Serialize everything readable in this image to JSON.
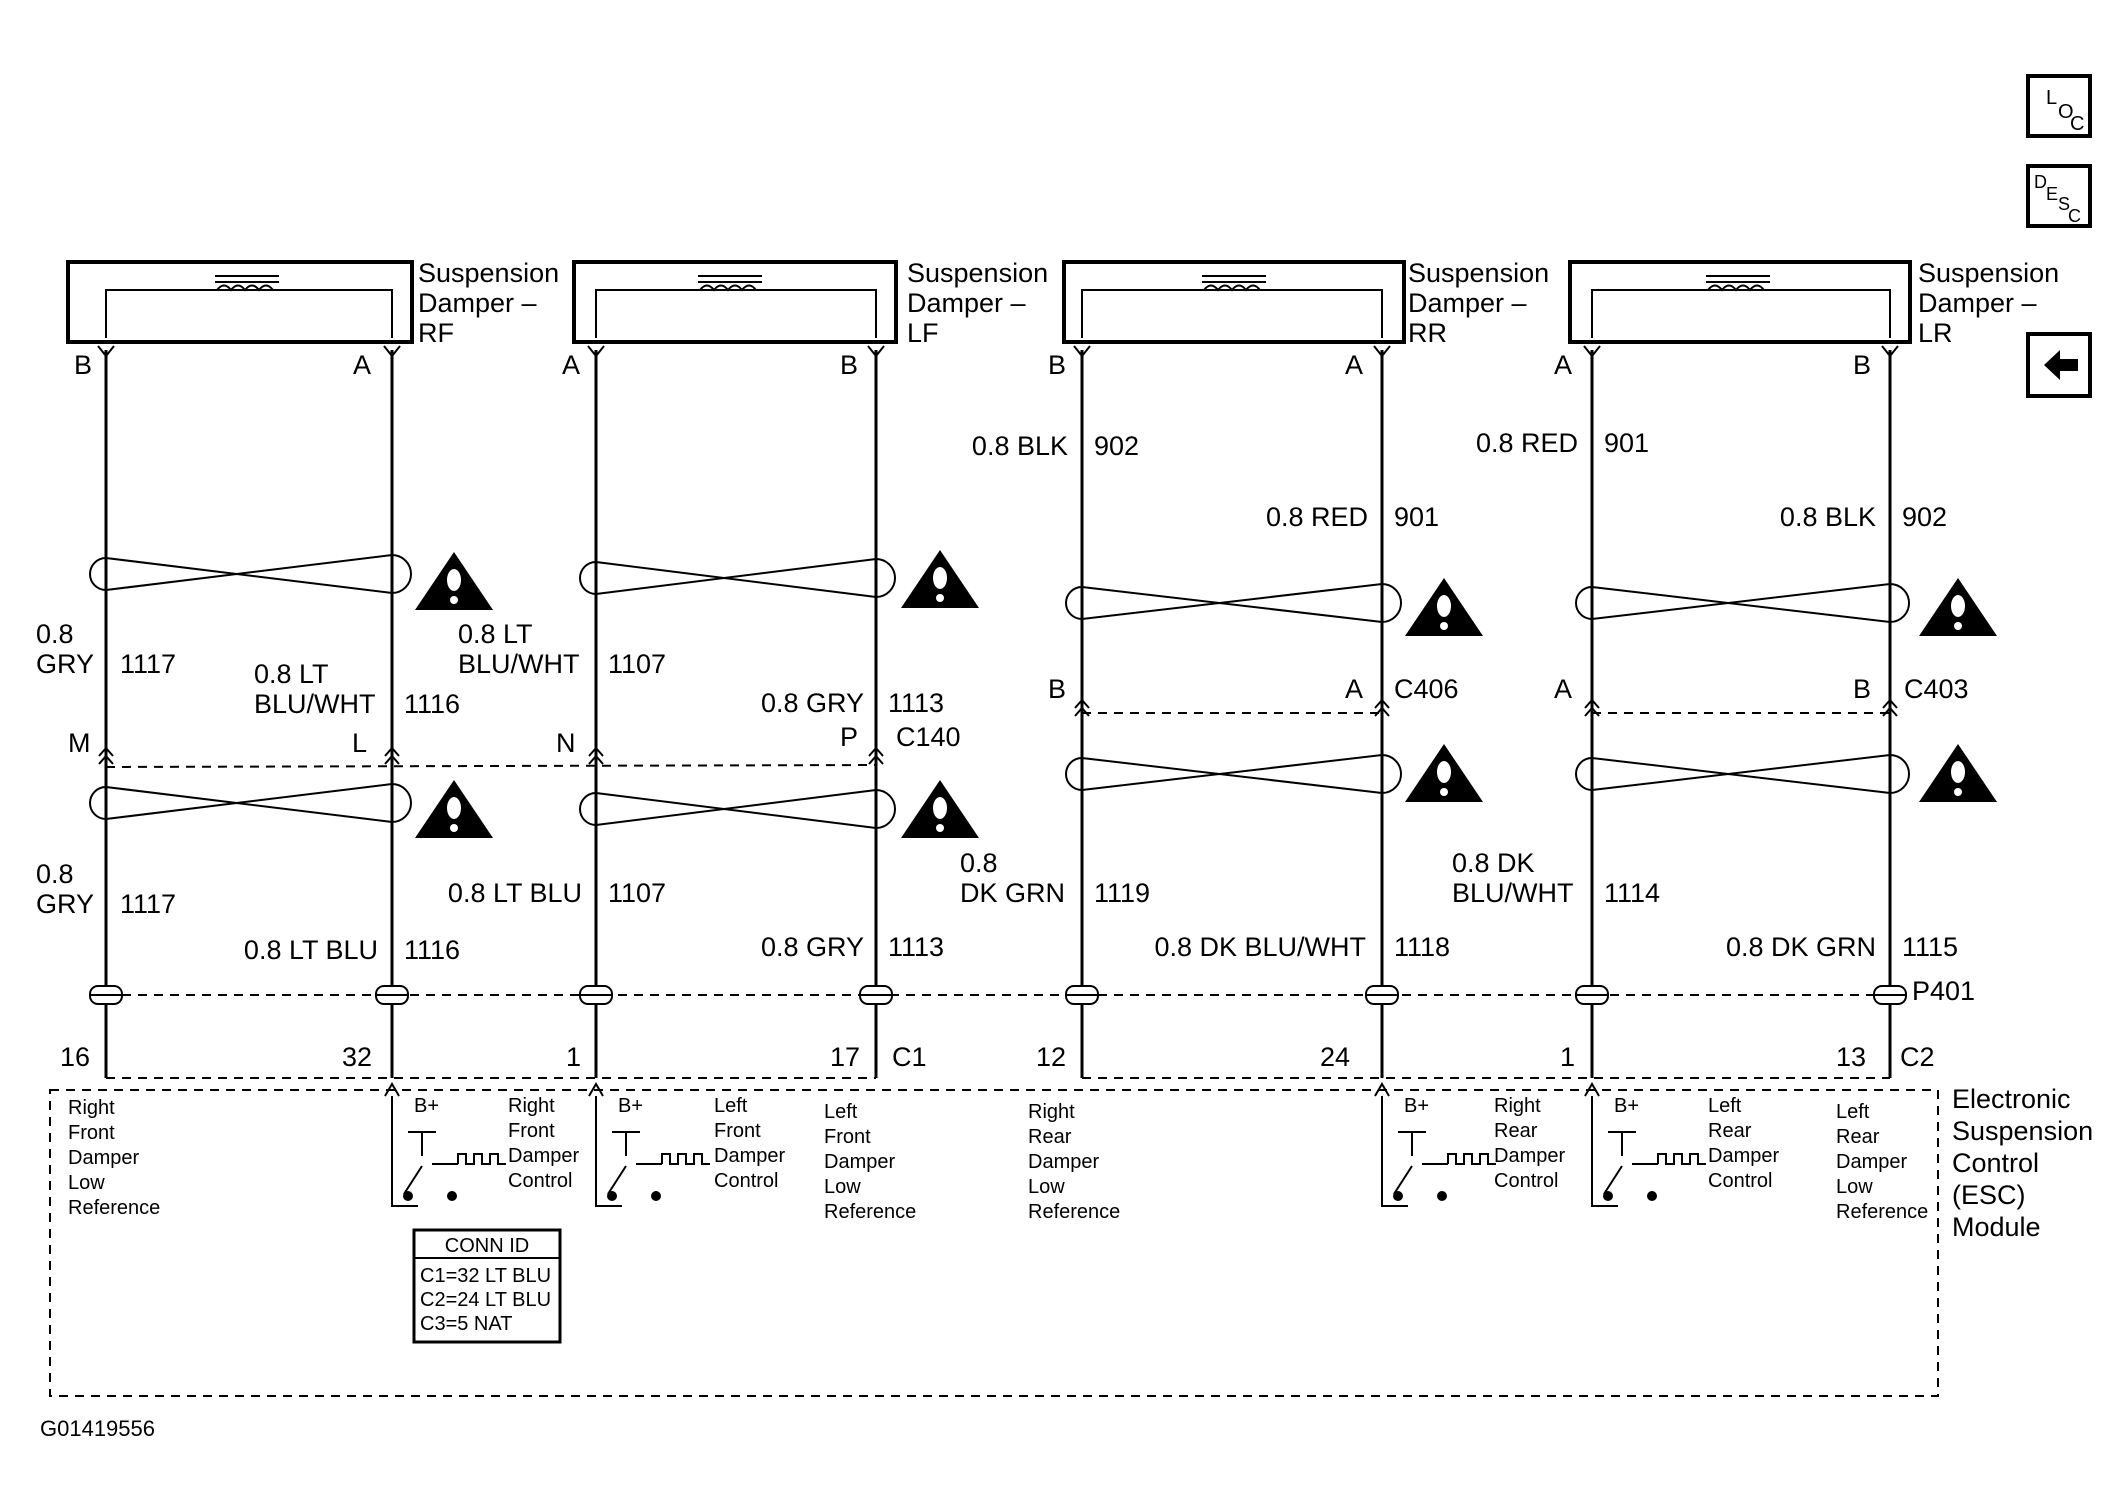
{
  "dampers": [
    {
      "name": "Suspension\nDamper –\nRF",
      "left_pin": "B",
      "right_pin": "A"
    },
    {
      "name": "Suspension\nDamper –\nLF",
      "left_pin": "A",
      "right_pin": "B"
    },
    {
      "name": "Suspension\nDamper –\nRR",
      "left_pin": "B",
      "right_pin": "A"
    },
    {
      "name": "Suspension\nDamper –\nLR",
      "left_pin": "A",
      "right_pin": "B"
    }
  ],
  "nav": {
    "loc_icon": "LOC",
    "desc_icon": "DESC",
    "back_icon": "back-arrow"
  },
  "upper_wires": {
    "rr_left": {
      "label": "0.8 BLK",
      "circuit": "902"
    },
    "rr_right": {
      "label": "0.8 RED",
      "circuit": "901"
    },
    "lr_left": {
      "label": "0.8 RED",
      "circuit": "901"
    },
    "lr_right": {
      "label": "0.8 BLK",
      "circuit": "902"
    }
  },
  "mid_wires": {
    "w1": {
      "label": "0.8\nGRY",
      "circuit": "1117"
    },
    "w2": {
      "label": "0.8 LT\nBLU/WHT",
      "circuit": "1116"
    },
    "w3": {
      "label": "0.8 LT\nBLU/WHT",
      "circuit": "1107"
    },
    "w4": {
      "label": "0.8 GRY",
      "circuit": "1113"
    }
  },
  "connectors": {
    "c140": {
      "name": "C140",
      "pins": [
        "M",
        "L",
        "N",
        "P"
      ]
    },
    "c406": {
      "name": "C406",
      "pins": [
        "B",
        "A"
      ]
    },
    "c403": {
      "name": "C403",
      "pins": [
        "A",
        "B"
      ]
    },
    "p401": {
      "name": "P401"
    },
    "c1": {
      "name": "C1",
      "pins": [
        "16",
        "32",
        "1",
        "17"
      ]
    },
    "c2": {
      "name": "C2",
      "pins": [
        "12",
        "24",
        "1",
        "13"
      ]
    }
  },
  "lower_wires": {
    "w1": {
      "label": "0.8\nGRY",
      "circuit": "1117"
    },
    "w2": {
      "label": "0.8 LT BLU",
      "circuit": "1116"
    },
    "w3": {
      "label": "0.8 LT BLU",
      "circuit": "1107"
    },
    "w4": {
      "label": "0.8 GRY",
      "circuit": "1113"
    },
    "w5": {
      "label": "0.8\nDK GRN",
      "circuit": "1119"
    },
    "w6": {
      "label": "0.8 DK BLU/WHT",
      "circuit": "1118"
    },
    "w7": {
      "label": "0.8 DK\nBLU/WHT",
      "circuit": "1114"
    },
    "w8": {
      "label": "0.8 DK GRN",
      "circuit": "1115"
    }
  },
  "module": {
    "name": "Electronic\nSuspension\nControl\n(ESC)\nModule",
    "bplus": "B+",
    "functions": [
      "Right\nFront\nDamper\nLow\nReference",
      "Right\nFront\nDamper\nControl",
      "Left\nFront\nDamper\nControl",
      "Left\nFront\nDamper\nLow\nReference",
      "Right\nRear\nDamper\nLow\nReference",
      "Right\nRear\nDamper\nControl",
      "Left\nRear\nDamper\nControl",
      "Left\nRear\nDamper\nLow\nReference"
    ]
  },
  "conn_id": {
    "title": "CONN ID",
    "lines": [
      "C1=32 LT BLU",
      "C2=24 LT BLU",
      "C3=5 NAT"
    ]
  },
  "figure_id": "G01419556"
}
